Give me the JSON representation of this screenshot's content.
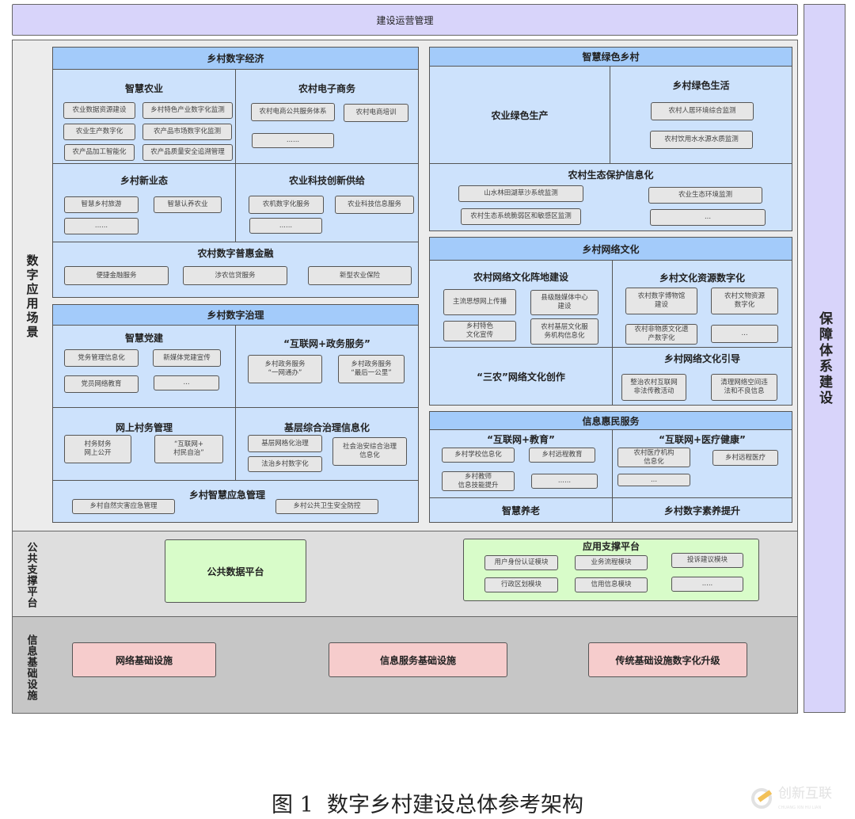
{
  "top_bar": "建设运营管理",
  "right_bar": "保障体系建设",
  "layers": {
    "apps": "数字应用场景",
    "support": "公共支撑平台",
    "infra": "信息基础设施"
  },
  "economy": {
    "title": "乡村数字经济",
    "cells": [
      {
        "title": "智慧农业",
        "items": [
          "农业数据资源建设",
          "乡村特色产业数字化监测",
          "农业生产数字化",
          "农产品市场数字化监测",
          "农产品加工智能化",
          "农产品质量安全追溯管理"
        ]
      },
      {
        "title": "农村电子商务",
        "items": [
          "农村电商公共服务体系",
          "农村电商培训",
          "......"
        ]
      },
      {
        "title": "乡村新业态",
        "items": [
          "智慧乡村旅游",
          "智慧认养农业",
          "......"
        ]
      },
      {
        "title": "农业科技创新供给",
        "items": [
          "农机数字化服务",
          "农业科技信息服务",
          "......"
        ]
      },
      {
        "title": "农村数字普惠金融",
        "items": [
          "便捷金融服务",
          "涉农信贷服务",
          "新型农业保险"
        ]
      }
    ]
  },
  "governance": {
    "title": "乡村数字治理",
    "cells": [
      {
        "title": "智慧党建",
        "items": [
          "党务管理信息化",
          "新媒体党建宣传",
          "党员网络教育",
          "..."
        ]
      },
      {
        "title": "“互联网+政务服务”",
        "items": [
          "乡村政务服务\n“一网通办”",
          "乡村政务服务\n“最后一公里”"
        ]
      },
      {
        "title": "网上村务管理",
        "items": [
          "村务财务\n网上公开",
          "“互联网+\n村民自治”"
        ]
      },
      {
        "title": "基层综合治理信息化",
        "items": [
          "基层网格化治理",
          "法治乡村数字化",
          "社会治安综合治理\n信息化"
        ]
      },
      {
        "title": "乡村智慧应急管理",
        "items": [
          "乡村自然灾害应急管理",
          "乡村公共卫生安全防控"
        ]
      }
    ]
  },
  "green": {
    "title": "智慧绿色乡村",
    "cells": [
      {
        "title": "农业绿色生产",
        "items": []
      },
      {
        "title": "乡村绿色生活",
        "items": [
          "农村人居环境综合监测",
          "农村饮用水水源水质监测"
        ]
      },
      {
        "title": "农村生态保护信息化",
        "items": [
          "山水林田湖草沙系统监测",
          "农村生态系统脆弱区和敏感区监测",
          "农业生态环境监测",
          "..."
        ]
      }
    ]
  },
  "culture": {
    "title": "乡村网络文化",
    "cells": [
      {
        "title": "农村网络文化阵地建设",
        "items": [
          "主流思想网上传播",
          "县级融媒体中心\n建设",
          "乡村特色\n文化宣传",
          "农村基层文化服\n务机构信息化"
        ]
      },
      {
        "title": "乡村文化资源数字化",
        "items": [
          "农村数字博物馆\n建设",
          "农村文物资源\n数字化",
          "农村非物质文化遗\n产数字化",
          "..."
        ]
      },
      {
        "title": "“三农”网络文化创作",
        "items": []
      },
      {
        "title": "乡村网络文化引导",
        "items": [
          "整治农村互联网\n非法传教活动",
          "清理网络空间违\n法和不良信息"
        ]
      }
    ]
  },
  "services": {
    "title": "信息惠民服务",
    "cells": [
      {
        "title": "“互联网+教育”",
        "items": [
          "乡村学校信息化",
          "乡村远程教育",
          "乡村教师\n信息技能提升",
          "......"
        ]
      },
      {
        "title": "“互联网+医疗健康”",
        "items": [
          "农村医疗机构\n信息化",
          "乡村远程医疗",
          "..."
        ]
      },
      {
        "title": "智慧养老",
        "items": []
      },
      {
        "title": "乡村数字素养提升",
        "items": []
      }
    ]
  },
  "support": {
    "data_platform": "公共数据平台",
    "app_platform": {
      "title": "应用支撑平台",
      "items": [
        "用户身份认证模块",
        "业务流程模块",
        "投诉建议模块",
        "行政区划模块",
        "信用信息模块",
        "....."
      ]
    }
  },
  "infra": {
    "items": [
      "网络基础设施",
      "信息服务基础设施",
      "传统基础设施数字化升级"
    ]
  },
  "caption": "图 1  数字乡村建设总体参考架构",
  "watermark": {
    "text": "创新互联",
    "sub": "CHUANG XIN HU LIAN"
  },
  "colors": {
    "header_blue": "#a3cbfa",
    "cell_blue": "#cde2fc",
    "lavender": "#d8d4fa",
    "green": "#d8fcc9",
    "pink": "#f6cccc"
  }
}
